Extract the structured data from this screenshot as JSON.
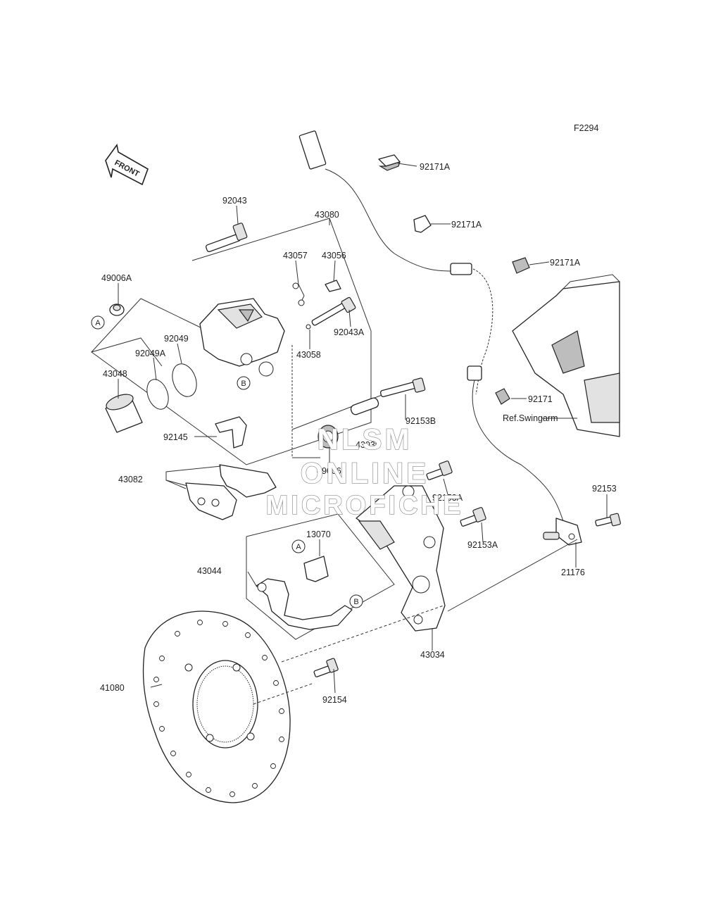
{
  "figure_code": "F2294",
  "front_label": "FRONT",
  "ref_swingarm": "Ref.Swingarm",
  "watermark": [
    "NLSM",
    "ONLINE",
    "MICROFICHE"
  ],
  "ref_markers": {
    "a": "A",
    "b": "B"
  },
  "parts": {
    "p92171a_1": "92171A",
    "p92171a_2": "92171A",
    "p92171a_3": "92171A",
    "p92043": "92043",
    "p43080": "43080",
    "p43057": "43057",
    "p43056": "43056",
    "p49006a": "49006A",
    "p92049": "92049",
    "p92049a": "92049A",
    "p43058": "43058",
    "p92043a": "92043A",
    "p43048": "43048",
    "p92171": "92171",
    "p92153b": "92153B",
    "p92145": "92145",
    "p43039": "43039",
    "p49006": "49006",
    "p43082": "43082",
    "p92153a_1": "92153A",
    "p92153": "92153",
    "p92153a_2": "92153A",
    "p13070": "13070",
    "p43044": "43044",
    "p21176": "21176",
    "p43034": "43034",
    "p41080": "41080",
    "p92154": "92154"
  }
}
